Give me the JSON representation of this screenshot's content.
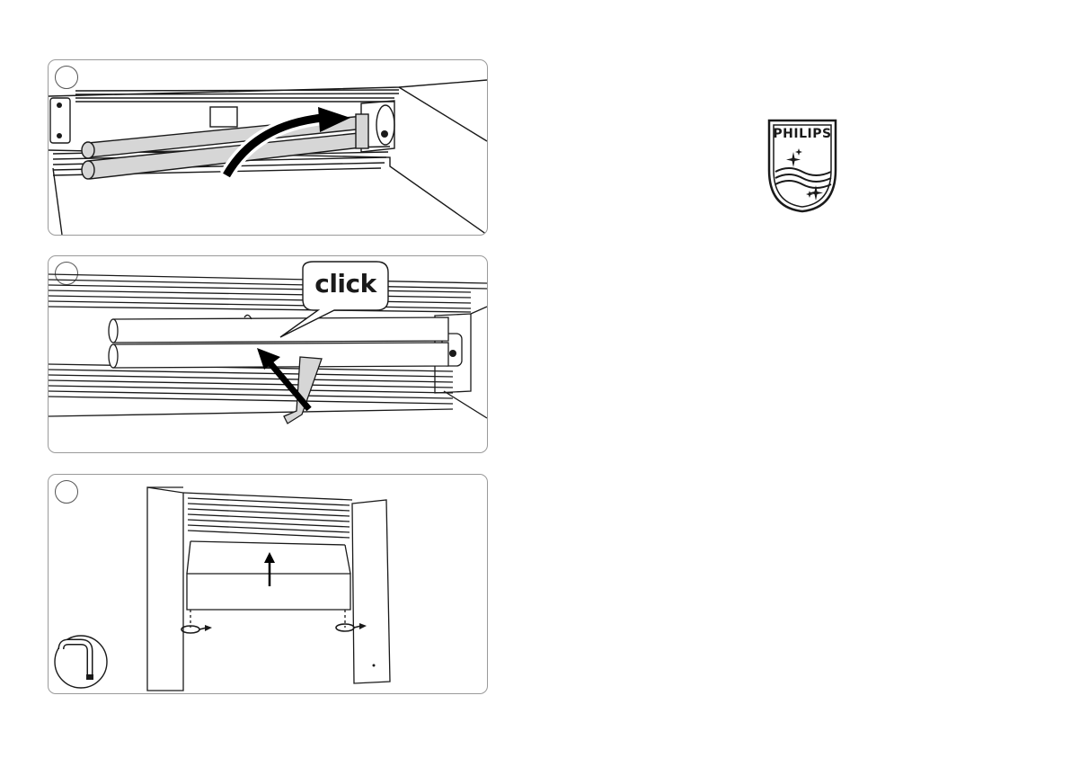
{
  "page": {
    "brand": "PHILIPS"
  },
  "steps": [
    {
      "id": "step-1"
    },
    {
      "id": "step-2",
      "callout": "click"
    },
    {
      "id": "step-3"
    }
  ],
  "colors": {
    "line": "#1a1a1a",
    "fill_gray": "#d6d6d6",
    "arrow": "#000000",
    "panel_border": "#9a9a9a"
  },
  "icons": [
    "curved-arrow-icon",
    "straight-arrow-icon",
    "rotate-arrow-icon",
    "allen-key-icon",
    "philips-shield-logo"
  ]
}
